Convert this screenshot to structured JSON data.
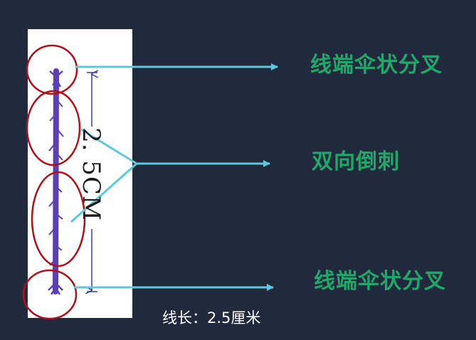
{
  "labels": {
    "top": "线端伞状分叉",
    "middle": "双向倒刺",
    "bottom": "线端伞状分叉"
  },
  "measurement": "2. 5CM",
  "caption": "线长：2.5厘米",
  "colors": {
    "background": "#212a3c",
    "label_green": "#1fa86a",
    "arrow_cyan": "#5bc8dc",
    "circle_red": "#b0101a",
    "thread_purple": "#5a3fb5",
    "panel_white": "#ffffff"
  }
}
